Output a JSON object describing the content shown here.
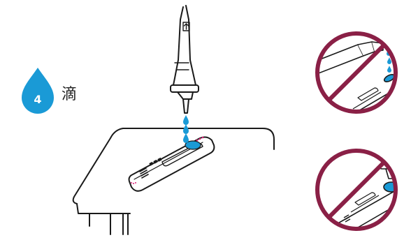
{
  "instruction": {
    "count": "4",
    "unit": "滴"
  },
  "colors": {
    "drop": "#1a9ad6",
    "prohibit": "#8a2046",
    "marker": "#e0227a",
    "line": "#1a1a1a"
  },
  "icons": {
    "drop": "water-drop-icon",
    "arrow": "up-arrow-icon",
    "prohibited": "prohibited-icon"
  },
  "panels": [
    {
      "name": "correct-dropping",
      "prohibited": false
    },
    {
      "name": "wrong-angle-dropping",
      "prohibited": true
    },
    {
      "name": "wrong-touching-dropping",
      "prohibited": true
    }
  ]
}
